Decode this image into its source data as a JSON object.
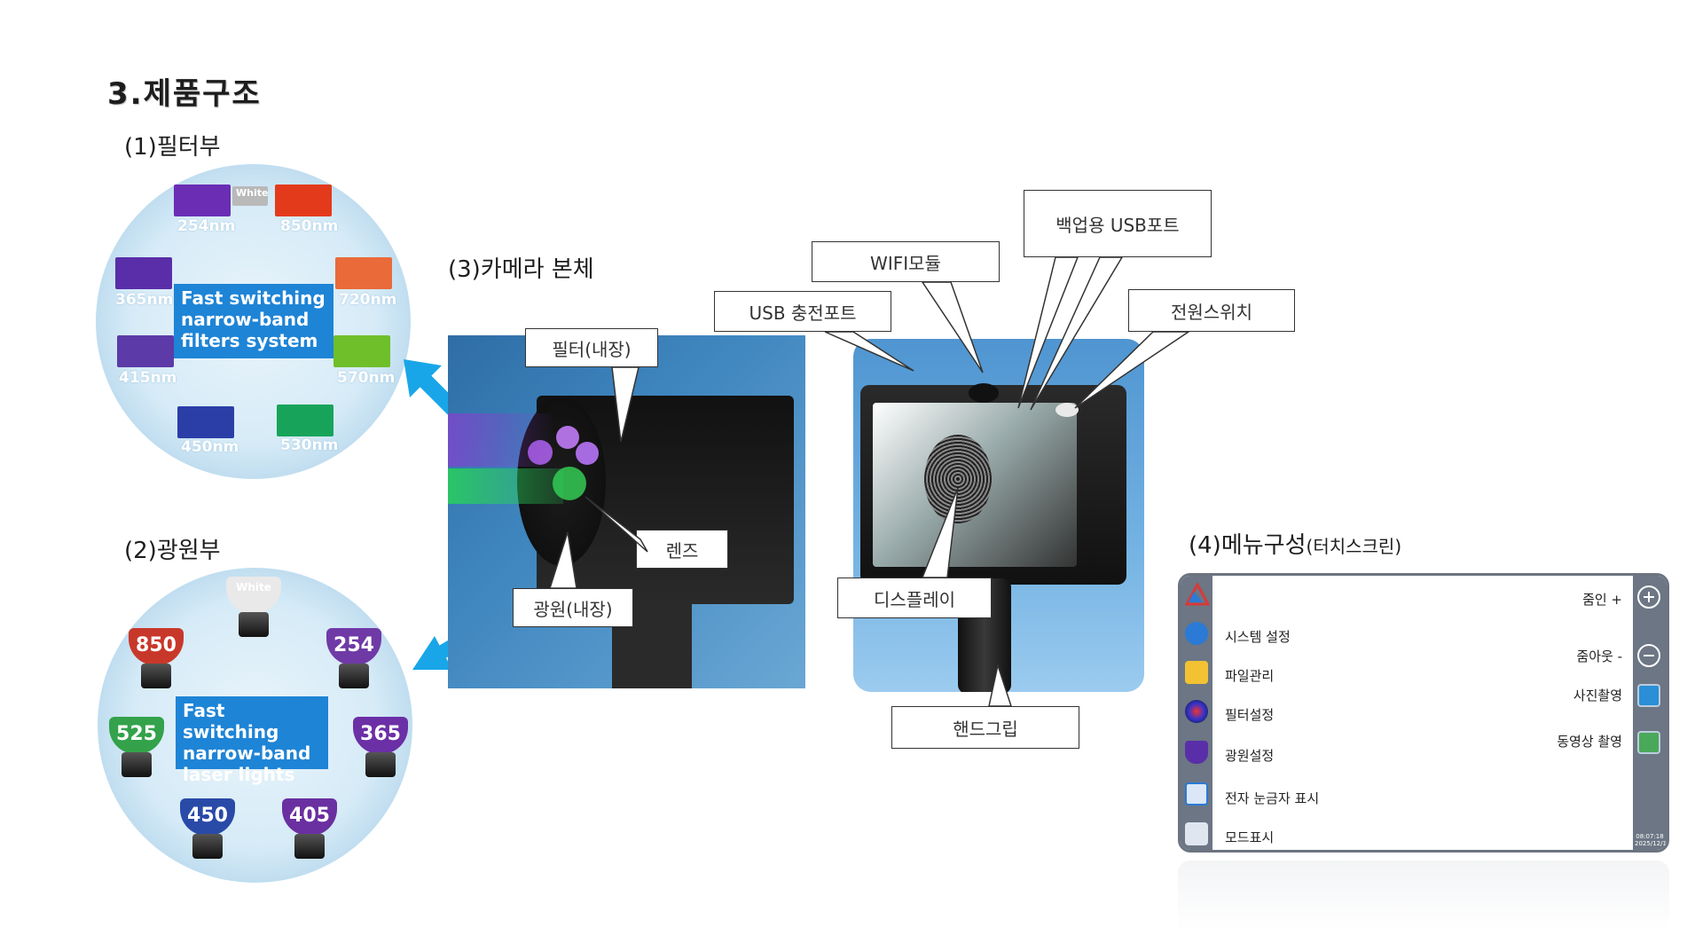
{
  "title": "3.제품구조",
  "sections": {
    "filter": "(1)필터부",
    "light": "(2)광원부",
    "camera": "(3)카메라 본체",
    "menu_heading": "(4)메뉴구성",
    "menu_heading_small": "(터치스크린)"
  },
  "filter_wheel": {
    "white_label": "White",
    "labels": [
      "254nm",
      "850nm",
      "365nm",
      "720nm",
      "415nm",
      "570nm",
      "450nm",
      "530nm"
    ],
    "center_lines": [
      "Fast switching",
      "narrow-band",
      "filters system"
    ],
    "colors": {
      "254": "#6a2db4",
      "850": "#e43a1c",
      "365": "#5a2ea8",
      "720": "#ea6a3a",
      "415": "#5c3aa8",
      "570": "#6fbf2a",
      "450": "#2b3ea8",
      "530": "#17a45a"
    }
  },
  "light_wheel": {
    "white_label": "White",
    "lasers": [
      "850",
      "254",
      "525",
      "365",
      "450",
      "405"
    ],
    "center_lines": [
      "Fast switching",
      "narrow-band",
      "laser lights"
    ],
    "colors": {
      "850": "#c8382a",
      "254": "#6f3aa6",
      "525": "#33a24a",
      "365": "#6b2fa6",
      "450": "#2a4aa8",
      "405": "#6a2fa0"
    }
  },
  "callouts": {
    "filter_internal": "필터(내장)",
    "lens": "렌즈",
    "light_internal": "광원(내장)",
    "usb_charge": "USB 충전포트",
    "wifi": "WIFI모듈",
    "backup_usb": "백업용 USB포트",
    "power": "전원스위치",
    "display": "디스플레이",
    "grip": "핸드그립"
  },
  "menu": {
    "left_items": [
      "시스템 설정",
      "파일관리",
      "필터설정",
      "광원설정",
      "전자 눈금자 표시",
      "모드표시"
    ],
    "right_items": [
      "줌인 +",
      "줌아웃 -",
      "사진촬영",
      "동영상 촬영"
    ],
    "time": "08:07:18",
    "date": "2025/12/1"
  }
}
